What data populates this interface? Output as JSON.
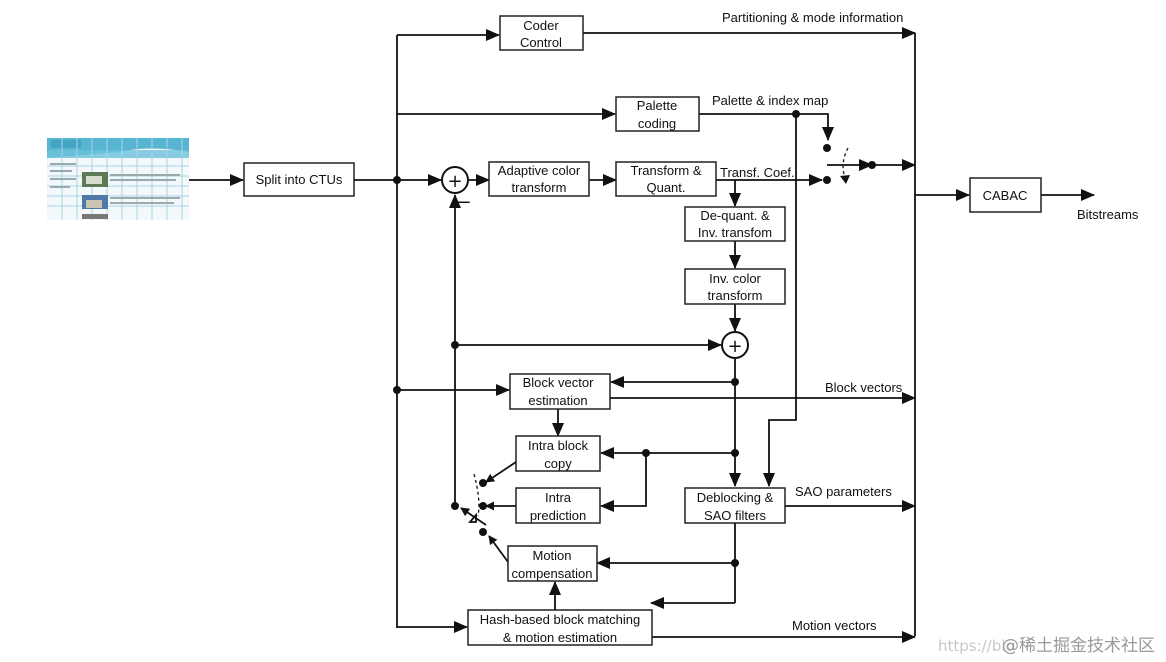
{
  "diagram": {
    "title": "Screen content coding encoder block diagram",
    "input_image": {
      "icon": "webpage-thumbnail-icon",
      "description": "Input screen content frame (web page)"
    },
    "blocks": {
      "split": "Split into CTUs",
      "coder_control": [
        "Coder",
        "Control"
      ],
      "palette": [
        "Palette",
        "coding"
      ],
      "act": [
        "Adaptive color",
        "transform"
      ],
      "tq": [
        "Transform &",
        "Quant."
      ],
      "dq": [
        "De-quant. &",
        "Inv. transfom"
      ],
      "iact": [
        "Inv. color",
        "transform"
      ],
      "bve": [
        "Block vector",
        "estimation"
      ],
      "ibc": [
        "Intra block",
        "copy"
      ],
      "intra": [
        "Intra",
        "prediction"
      ],
      "mc": [
        "Motion",
        "compensation"
      ],
      "hash": [
        "Hash-based block matching",
        "& motion estimation"
      ],
      "dbk": [
        "Deblocking  &",
        "SAO filters"
      ],
      "cabac": "CABAC"
    },
    "labels": {
      "partitioning": "Partitioning & mode information",
      "palette_map": "Palette & index map",
      "coef": "Transf. Coef.",
      "block_vectors": "Block vectors",
      "sao": "SAO parameters",
      "motion_vectors": "Motion vectors",
      "bitstreams": "Bitstreams",
      "minus": "−",
      "plus": "+"
    },
    "watermark": {
      "url_fragment": "https://blo",
      "text": "@稀土掘金技术社区"
    }
  }
}
